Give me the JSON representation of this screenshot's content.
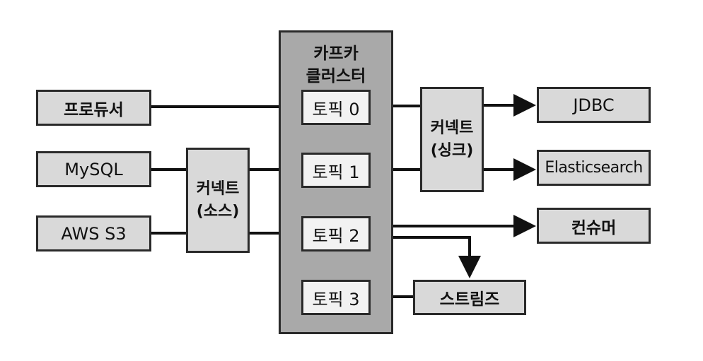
{
  "kafka_cluster": {
    "line1": "카프카",
    "line2": "클러스터"
  },
  "topics": [
    "토픽 0",
    "토픽 1",
    "토픽 2",
    "토픽 3"
  ],
  "producer": "프로듀서",
  "mysql": "MySQL",
  "aws_s3": "AWS S3",
  "source_connect": {
    "line1": "커넥트",
    "line2": "(소스)"
  },
  "sink_connect": {
    "line1": "커넥트",
    "line2": "(싱크)"
  },
  "jdbc": "JDBC",
  "elasticsearch": "Elasticsearch",
  "consumer": "컨슈머",
  "streams": "스트림즈",
  "colors": {
    "cluster": "#a9a9a9",
    "box": "#d9d9d9",
    "topic": "#f2f2f2",
    "line": "#111111"
  }
}
